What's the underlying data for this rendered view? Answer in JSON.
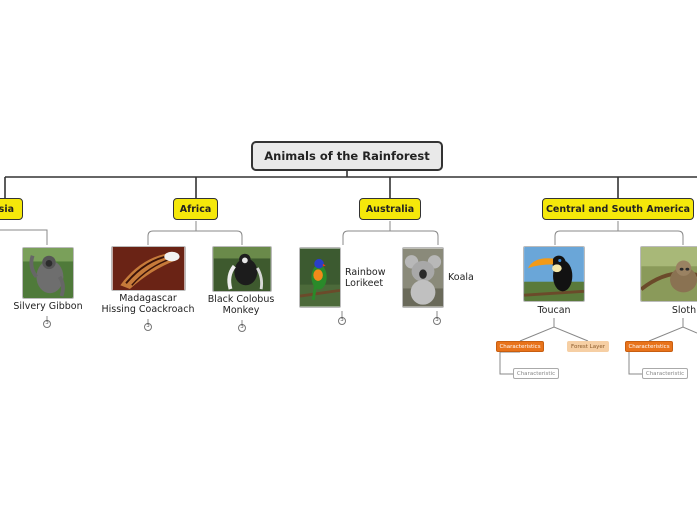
{
  "root": {
    "title": "Animals of the Rainforest"
  },
  "regions": {
    "asia": "Asia",
    "africa": "Africa",
    "australia": "Australia",
    "central_south_america": "Central and South America"
  },
  "animals": {
    "silvery_gibbon": {
      "name": "Silvery Gibbon",
      "count": "3"
    },
    "madagascar_cockroach": {
      "name_line1": "Madagascar",
      "name_line2": "Hissing Coackroach",
      "count": "3"
    },
    "black_colobus": {
      "name_line1": "Black Colobus",
      "name_line2": "Monkey",
      "count": "3"
    },
    "rainbow_lorikeet": {
      "name_line1": "Rainbow",
      "name_line2": "Lorikeet",
      "count": "3"
    },
    "koala": {
      "name": "Koala",
      "count": "3"
    },
    "toucan": {
      "name": "Toucan"
    },
    "sloth": {
      "name": "Sloth"
    }
  },
  "toucan_details": {
    "characteristics": "Characteristics",
    "forest_layer": "Forest Layer",
    "characteristic": "Characteristic"
  },
  "sloth_details": {
    "characteristics": "Characteristics",
    "characteristic": "Characteristic"
  },
  "colors": {
    "region_fill": "#f5e80a",
    "tag_orange": "#e8731b",
    "tag_peach": "#f6cfa4",
    "root_fill": "#e9e9e9"
  }
}
